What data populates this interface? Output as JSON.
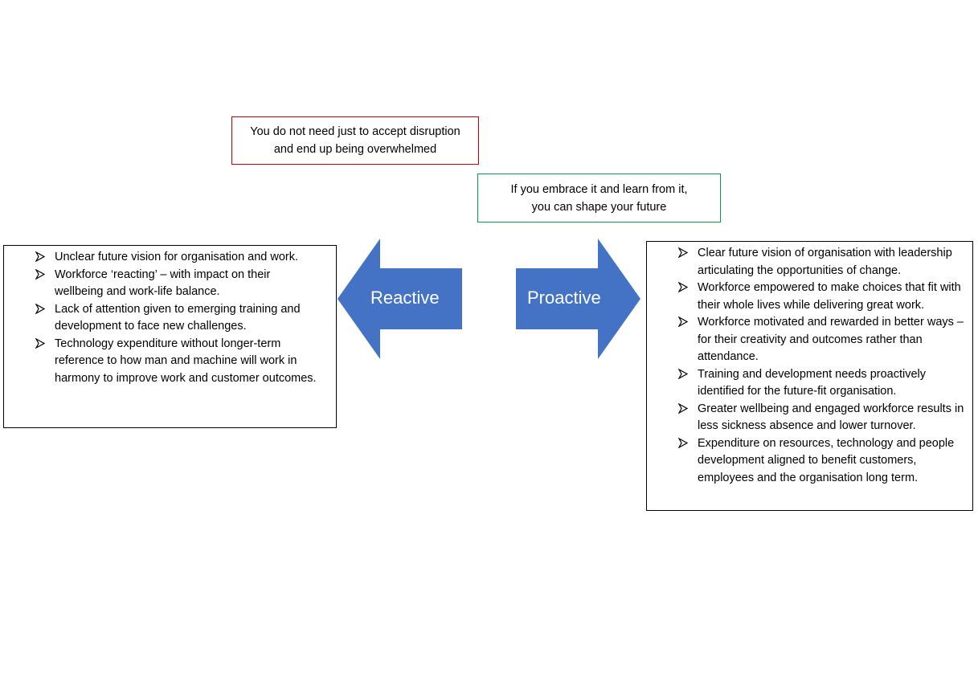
{
  "callouts": {
    "disruption": {
      "line1": "You do not need just to accept disruption",
      "line2": "and end up being overwhelmed",
      "border_color": "#c00000"
    },
    "embrace": {
      "line1": "If you embrace it and learn from it,",
      "line2": "you can shape your future",
      "border_color": "#00a04a"
    }
  },
  "arrows": {
    "color": "#4472c4",
    "reactive_label": "Reactive",
    "proactive_label": "Proactive"
  },
  "bullet_icon": "arrowhead-bullet-icon",
  "reactive_points": [
    "Unclear future vision for organisation and work.",
    "Workforce ‘reacting’ – with impact on their wellbeing and work-life balance.",
    "Lack of attention given to emerging training and development to face new challenges.",
    "Technology expenditure without longer-term reference to how man and machine will work in harmony to improve work and customer outcomes."
  ],
  "proactive_points": [
    "Clear future vision of organisation with leadership articulating the opportunities of change.",
    "Workforce empowered to make choices that fit with their whole lives while delivering great work.",
    "Workforce motivated and rewarded in better ways – for their creativity and outcomes rather than attendance.",
    "Training and development needs proactively identified for the future-fit organisation.",
    "Greater wellbeing and engaged workforce results in less sickness absence and lower turnover.",
    "Expenditure on resources, technology and people development aligned to benefit customers, employees and the organisation long term."
  ]
}
